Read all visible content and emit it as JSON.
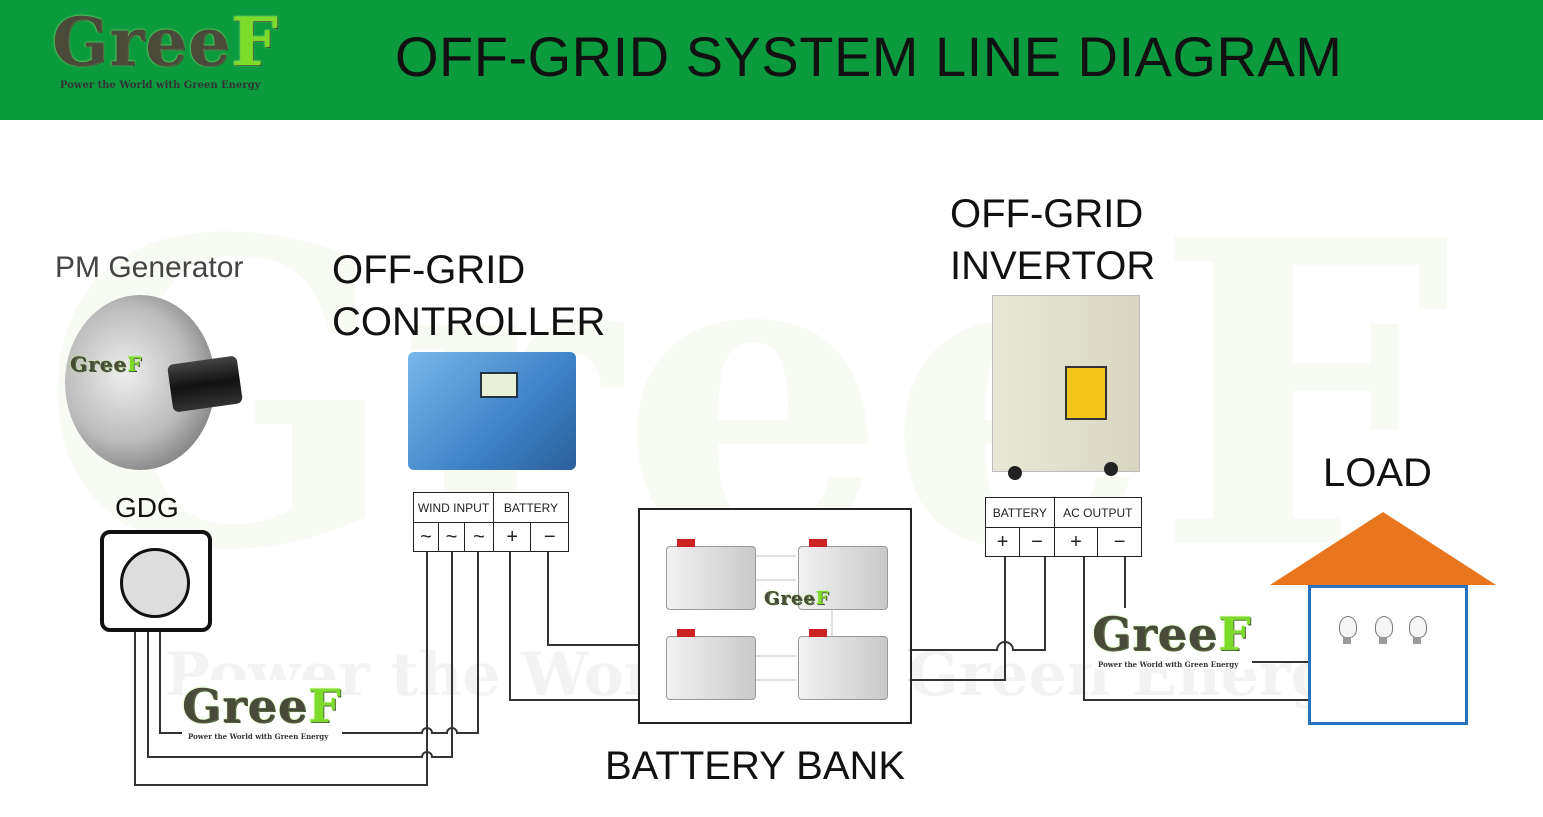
{
  "header": {
    "title": "OFF-GRID SYSTEM LINE DIAGRAM",
    "logo": {
      "word_main": "Gree",
      "word_accent": "F",
      "tagline": "Power the World with Green Energy"
    },
    "background_color": "#0c9a3f"
  },
  "components": {
    "generator": {
      "label": "PM Generator"
    },
    "gdg": {
      "label": "GDG"
    },
    "controller": {
      "label_line1": "OFF-GRID",
      "label_line2": "CONTROLLER",
      "terminals": {
        "header_wind": "WIND INPUT",
        "header_battery": "BATTERY",
        "wind_symbols": [
          "~",
          "~",
          "~"
        ],
        "battery_plus": "+",
        "battery_minus": "−"
      }
    },
    "battery_bank": {
      "label": "BATTERY BANK"
    },
    "inverter": {
      "label_line1": "OFF-GRID",
      "label_line2": "INVERTOR",
      "terminals": {
        "header_battery": "BATTERY",
        "header_ac": "AC OUTPUT",
        "symbols": [
          "+",
          "−",
          "+",
          "−"
        ]
      }
    },
    "load": {
      "label": "LOAD",
      "roof_color": "#e8761e",
      "house_color": "#2a6fc0"
    }
  }
}
